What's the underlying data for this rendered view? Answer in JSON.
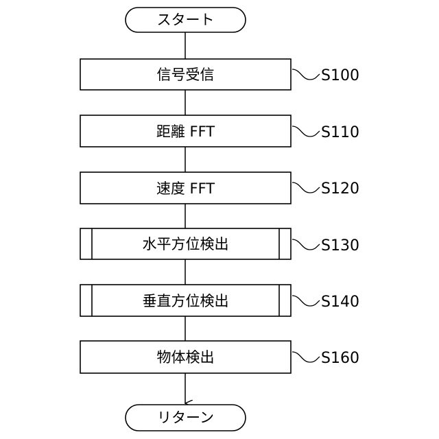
{
  "start": {
    "label": "スタート"
  },
  "end": {
    "label": "リターン"
  },
  "steps": [
    {
      "label": "信号受信",
      "id": "S100",
      "subroutine": false
    },
    {
      "label": "距離 FFT",
      "id": "S110",
      "subroutine": false
    },
    {
      "label": "速度 FFT",
      "id": "S120",
      "subroutine": false
    },
    {
      "label": "水平方位検出",
      "id": "S130",
      "subroutine": true
    },
    {
      "label": "垂直方位検出",
      "id": "S140",
      "subroutine": true
    },
    {
      "label": "物体検出",
      "id": "S160",
      "subroutine": false
    }
  ]
}
